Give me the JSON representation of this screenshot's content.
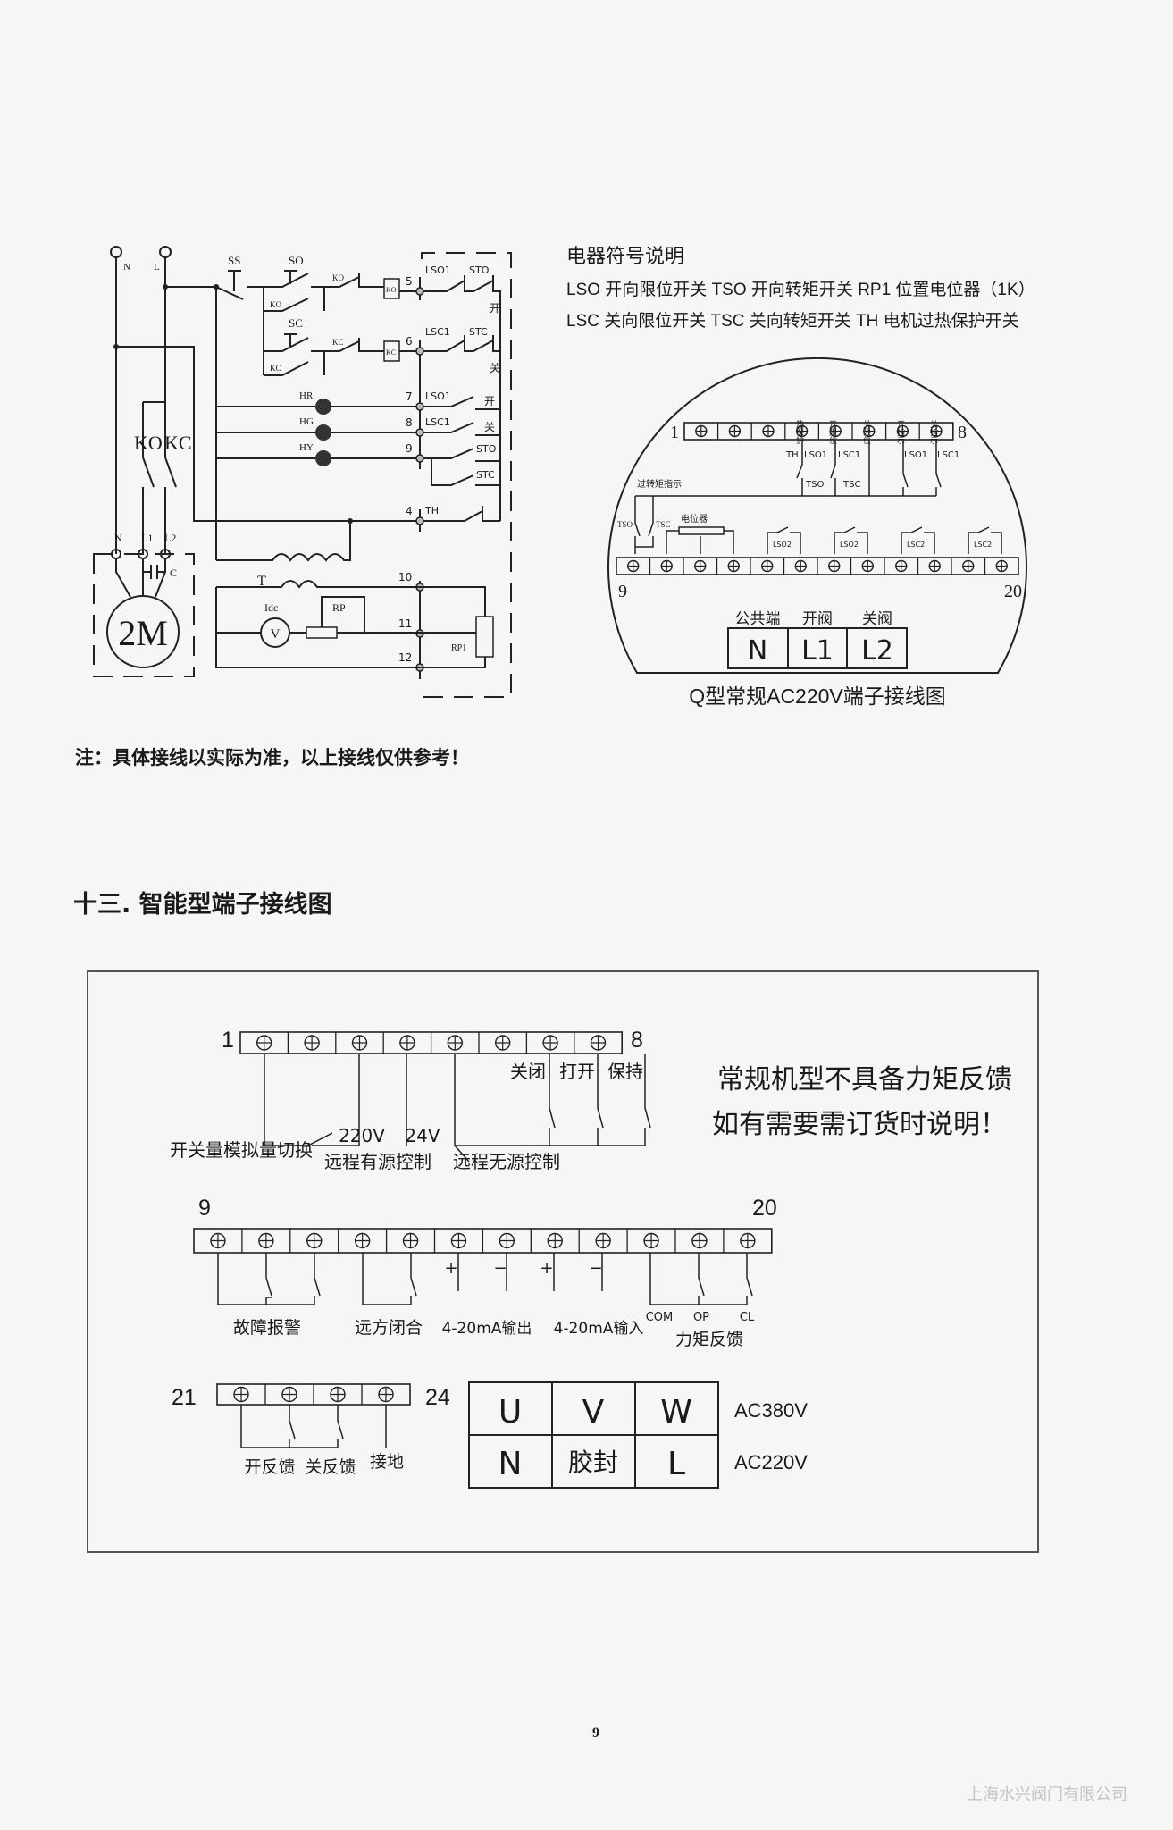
{
  "circuit": {
    "supply_labels": [
      "N",
      "L"
    ],
    "component_labels": [
      "SS",
      "SO",
      "SC",
      "KO",
      "KC",
      "KO",
      "KC",
      "KC",
      "KO"
    ],
    "coil_labels": [
      "KO",
      "KC"
    ],
    "terminal_numbers": [
      "5",
      "6",
      "7",
      "8",
      "9",
      "4",
      "10",
      "11",
      "12"
    ],
    "switch_labels": [
      "LSO1",
      "STO",
      "LSC1",
      "STC",
      "LSO1",
      "LSC1",
      "STO",
      "STC",
      "TH"
    ],
    "direction_labels": [
      "开",
      "关",
      "开",
      "关"
    ],
    "lamp_labels": [
      "HR",
      "HG",
      "HY"
    ],
    "contactor_labels": [
      "KO",
      "KC"
    ],
    "motor_terminal_labels": [
      "N",
      "L1",
      "L2"
    ],
    "capacitor_label": "C",
    "motor_label": "2M",
    "transformer_label": "T",
    "meter_label": "Idc",
    "meter_symbol": "V",
    "rp_label": "RP",
    "rp1_label": "RP1"
  },
  "legend": {
    "title": "电器符号说明",
    "line1": "LSO 开向限位开关   TSO 开向转矩开关   RP1 位置电位器（1K）",
    "line2": "LSC 关向限位开关   TSC 关向转矩开关   TH  电机过热保护开关"
  },
  "q_diagram": {
    "top_start": "1",
    "top_end": "8",
    "top_rotated_labels": [
      "热保护",
      "开限位",
      "关限位",
      "开指示",
      "关指示"
    ],
    "top_switch_labels": [
      "TH",
      "LSO1",
      "LSC1",
      "TSO",
      "TSC",
      "LSO1",
      "LSC1"
    ],
    "overtorque_label": "过转矩指示",
    "bottom_switch_labels": [
      "TSO",
      "TSC"
    ],
    "pot_label": "电位器",
    "aux_labels": [
      "LSO2",
      "LSO2",
      "LSC2",
      "LSC2"
    ],
    "bottom_start": "9",
    "bottom_end": "20",
    "power_headers": [
      "公共端",
      "开阀",
      "关阀"
    ],
    "power_cells": [
      "N",
      "L1",
      "L2"
    ],
    "caption": "Q型常规AC220V端子接线图"
  },
  "note": "注：具体接线以实际为准，以上接线仅供参考！",
  "section_heading": "十三. 智能型端子接线图",
  "smart": {
    "strip1_start": "1",
    "strip1_end": "8",
    "strip1_switch_labels": [
      "关闭",
      "打开",
      "保持"
    ],
    "strip1_labels": [
      "开关量模拟量切换",
      "220V",
      "24V",
      "远程有源控制",
      "远程无源控制"
    ],
    "remark_line1": "常规机型不具备力矩反馈",
    "remark_line2": "如有需要需订货时说明！",
    "strip2_start": "9",
    "strip2_end": "20",
    "polarity": [
      "+",
      "−",
      "+",
      "−"
    ],
    "strip2_labels": [
      "故障报警",
      "远方闭合",
      "4-20mA输出",
      "4-20mA输入",
      "COM",
      "OP",
      "CL",
      "力矩反馈"
    ],
    "strip3_start": "21",
    "strip3_end": "24",
    "strip3_labels": [
      "开反馈",
      "关反馈",
      "接地"
    ],
    "power_table": [
      [
        "U",
        "V",
        "W"
      ],
      [
        "N",
        "胶封",
        "L"
      ]
    ],
    "power_voltages": [
      "AC380V",
      "AC220V"
    ]
  },
  "page_number": "9",
  "footer": "上海水兴阀门有限公司"
}
